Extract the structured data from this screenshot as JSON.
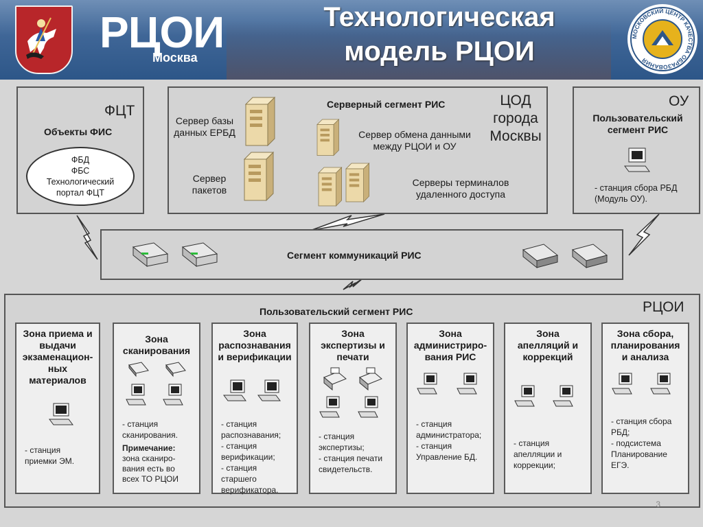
{
  "header": {
    "logo_main": "РЦОИ",
    "logo_sub": "Москва",
    "title_line1": "Технологическая",
    "title_line2": "модель РЦОИ",
    "seal_text": "МОСКОВСКИЙ ЦЕНТР КАЧЕСТВА ОБРАЗОВАНИЯ"
  },
  "fct": {
    "label": "ФЦТ",
    "subtitle": "Объекты ФИС",
    "ellipse": [
      "ФБД",
      "ФБС",
      "Технологический",
      "портал ФЦТ"
    ]
  },
  "server": {
    "title": "Серверный сегмент РИС",
    "cod": [
      "ЦОД",
      "города",
      "Москвы"
    ],
    "db": [
      "Сервер базы",
      "данных ЕРБД"
    ],
    "exchange": [
      "Сервер обмена данными",
      "между РЦОИ и ОУ"
    ],
    "packets": [
      "Сервер",
      "пакетов"
    ],
    "terminals": [
      "Серверы терминалов",
      "удаленного доступа"
    ]
  },
  "ou": {
    "label": "ОУ",
    "title": [
      "Пользовательский",
      "сегмент РИС"
    ],
    "desc": [
      "- станция сбора РБД",
      "(Модуль ОУ)."
    ]
  },
  "comm": {
    "label": "Сегмент коммуникаций РИС"
  },
  "rcoi": {
    "label": "РЦОИ",
    "title": "Пользовательский сегмент РИС",
    "zones": [
      {
        "title": [
          "Зона приема и",
          "выдачи",
          "экзаменацион-",
          "ных",
          "материалов"
        ],
        "desc": [
          "- станция",
          "приемки ЭМ."
        ]
      },
      {
        "title": [
          "Зона",
          "сканирования"
        ],
        "desc": [
          "- станция",
          "сканирования."
        ],
        "note_label": "Примечание:",
        "note": [
          "зона сканиро-",
          "вания есть во",
          "всех ТО РЦОИ"
        ]
      },
      {
        "title": [
          "Зона",
          "распознавания",
          "и верификации"
        ],
        "desc": [
          "- станция",
          "распознавания;",
          "- станция",
          "верификации;",
          "- станция старшего",
          "верификатора."
        ]
      },
      {
        "title": [
          "Зона",
          "экспертизы и",
          "печати"
        ],
        "desc": [
          "- станция",
          "экспертизы;",
          "- станция печати",
          "свидетельств."
        ]
      },
      {
        "title": [
          "Зона",
          "администриро-",
          "вания РИС"
        ],
        "desc": [
          "- станция",
          "администратора;",
          "- станция",
          "Управление БД."
        ]
      },
      {
        "title": [
          "Зона",
          "апелляций и",
          "коррекций"
        ],
        "desc": [
          "- станция",
          "апелляции и",
          "коррекции;"
        ]
      },
      {
        "title": [
          "Зона сбора,",
          "планирования",
          "и анализа"
        ],
        "desc": [
          "- станция сбора",
          "РБД;",
          "- подсистема",
          "Планирование",
          "ЕГЭ."
        ]
      }
    ]
  },
  "page_number": "3",
  "colors": {
    "header_blue": "#3f6697",
    "panel_gray": "#d3d3d3",
    "zone_fill": "#efefef",
    "server_beige": "#e9d6a6"
  }
}
